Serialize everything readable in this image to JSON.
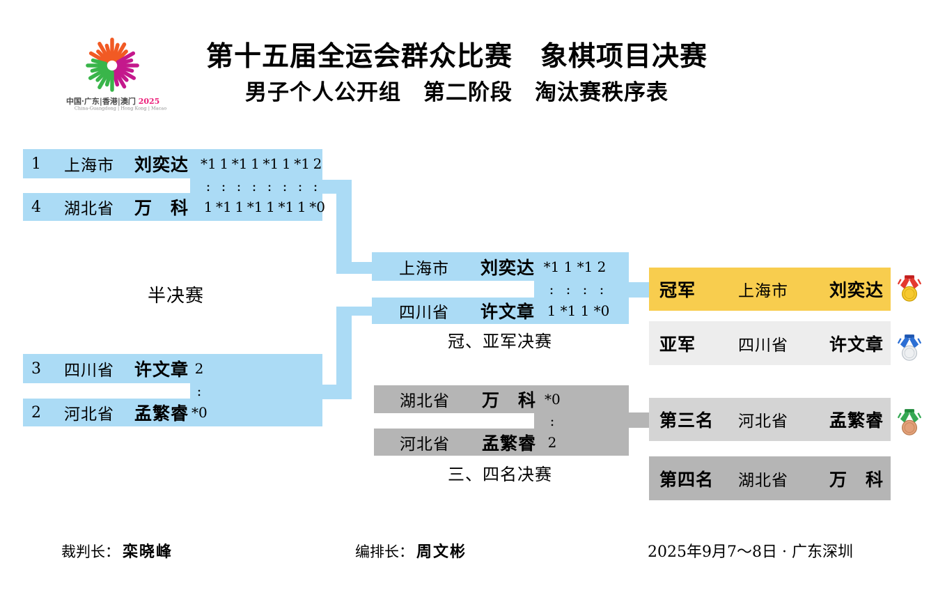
{
  "header": {
    "title": "第十五届全运会群众比赛　象棋项目决赛",
    "subtitle": "男子个人公开组　第二阶段　淘汰赛秩序表",
    "logo": {
      "line1": "中国·广东|香港|澳门",
      "year": "2025",
      "line2": "China-Guangdong | Hong Kong | Macao"
    }
  },
  "bracket": {
    "semifinal_label": "半决赛",
    "final_label": "冠、亚军决赛",
    "third_place_label": "三、四名决赛",
    "semifinal1": {
      "player1": {
        "seed": "1",
        "region": "上海市",
        "name": "刘奕达",
        "scores": [
          "*1",
          "1",
          "*1",
          "1",
          "*1",
          "1",
          "*1",
          "2"
        ]
      },
      "player2": {
        "seed": "4",
        "region": "湖北省",
        "name": "万　科",
        "scores": [
          "1",
          "*1",
          "1",
          "*1",
          "1",
          "*1",
          "1",
          "*0"
        ]
      }
    },
    "semifinal2": {
      "player1": {
        "seed": "3",
        "region": "四川省",
        "name": "许文章",
        "scores": [
          "2"
        ]
      },
      "player2": {
        "seed": "2",
        "region": "河北省",
        "name": "孟繁睿",
        "scores": [
          "*0"
        ]
      }
    },
    "final": {
      "player1": {
        "region": "上海市",
        "name": "刘奕达",
        "scores": [
          "*1",
          "1",
          "*1",
          "2"
        ]
      },
      "player2": {
        "region": "四川省",
        "name": "许文章",
        "scores": [
          "1",
          "*1",
          "1",
          "*0"
        ]
      }
    },
    "third_place": {
      "player1": {
        "region": "湖北省",
        "name": "万　科",
        "scores": [
          "*0"
        ]
      },
      "player2": {
        "region": "河北省",
        "name": "孟繁睿",
        "scores": [
          "2"
        ]
      }
    }
  },
  "results": [
    {
      "rank": "冠军",
      "region": "上海市",
      "name": "刘奕达",
      "medal": "gold"
    },
    {
      "rank": "亚军",
      "region": "四川省",
      "name": "许文章",
      "medal": "silver"
    },
    {
      "rank": "第三名",
      "region": "河北省",
      "name": "孟繁睿",
      "medal": "bronze"
    },
    {
      "rank": "第四名",
      "region": "湖北省",
      "name": "万　科",
      "medal": "none"
    }
  ],
  "footer": {
    "referee_label": "裁判长：",
    "referee_name": "栾晓峰",
    "scheduler_label": "编排长：",
    "scheduler_name": "周文彬",
    "date_location": "2025年9月7～8日 · 广东深圳"
  },
  "glyphs": {
    "colon": ":"
  },
  "colors": {
    "bracket_blue": "#abdbf5",
    "bracket_gray": "#b5b5b5",
    "champion_gold": "#f8cd4e",
    "runnerup_gray": "#ededed",
    "third_gray": "#d4d4d4",
    "fourth_gray": "#b5b5b5",
    "logo_orange": "#f15a24",
    "logo_green": "#39b54a",
    "logo_magenta": "#c4188c",
    "logo_year_pink": "#ec1e79"
  }
}
